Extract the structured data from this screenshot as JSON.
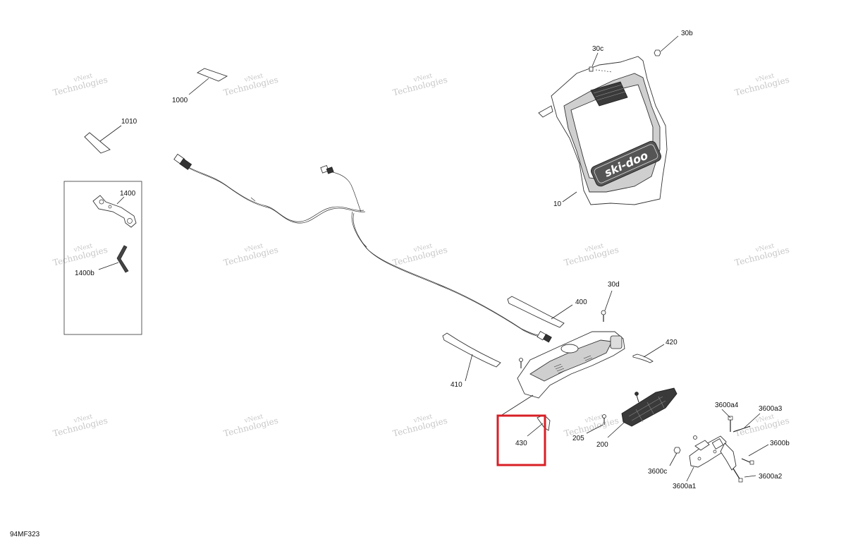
{
  "diagram": {
    "reference_code": "94MF323",
    "highlight_color": "#d81f26",
    "watermark": {
      "line1": "vNext",
      "line2": "Technologies"
    },
    "brand_decal_text": "ski-doo",
    "callouts": [
      {
        "id": "1000",
        "label": "1000"
      },
      {
        "id": "1010",
        "label": "1010"
      },
      {
        "id": "1400",
        "label": "1400"
      },
      {
        "id": "1400b",
        "label": "1400b"
      },
      {
        "id": "30b",
        "label": "30b"
      },
      {
        "id": "30c",
        "label": "30c"
      },
      {
        "id": "10",
        "label": "10"
      },
      {
        "id": "30d",
        "label": "30d"
      },
      {
        "id": "400",
        "label": "400"
      },
      {
        "id": "420",
        "label": "420"
      },
      {
        "id": "410",
        "label": "410"
      },
      {
        "id": "430",
        "label": "430"
      },
      {
        "id": "205",
        "label": "205"
      },
      {
        "id": "200",
        "label": "200"
      },
      {
        "id": "3600a4",
        "label": "3600a4"
      },
      {
        "id": "3600a3",
        "label": "3600a3"
      },
      {
        "id": "3600b",
        "label": "3600b"
      },
      {
        "id": "3600c",
        "label": "3600c"
      },
      {
        "id": "3600a2",
        "label": "3600a2"
      },
      {
        "id": "3600a1",
        "label": "3600a1"
      }
    ]
  }
}
